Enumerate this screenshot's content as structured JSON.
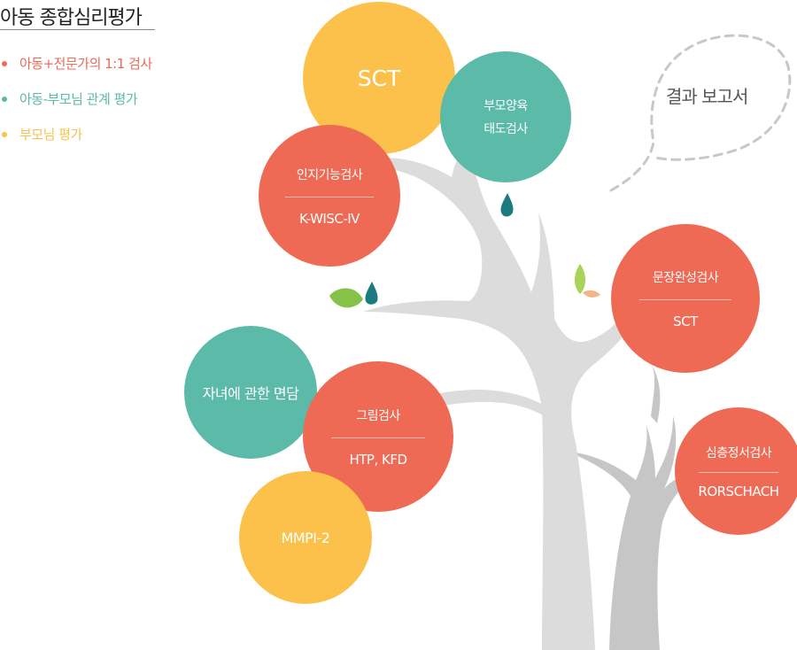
{
  "title": "아동 종합심리평가",
  "legend": [
    {
      "label": "아동+전문가의 1:1 검사",
      "color": "#ef6a55"
    },
    {
      "label": "아동-부모님 관계 평가",
      "color": "#5bbaa8"
    },
    {
      "label": "부모님 평가",
      "color": "#fbc14a"
    }
  ],
  "speech": "결과 보고서",
  "bubbles": {
    "sct_top": "SCT",
    "parenting": {
      "line1": "부모양육",
      "line2": "태도검사"
    },
    "cognitive": {
      "title": "인지기능검사",
      "sub": "K-WISC-IV"
    },
    "sentence": {
      "title": "문장완성검사",
      "sub": "SCT"
    },
    "interview": "자녀에 관한 면담",
    "drawing": {
      "title": "그림검사",
      "sub": "HTP, KFD"
    },
    "deep": {
      "title": "심층정서검사",
      "sub": "RORSCHACH"
    },
    "mmpi": "MMPI-2"
  },
  "colors": {
    "red": "#ef6a55",
    "teal": "#5bbaa8",
    "yellow": "#fbc14a",
    "trunk": "#dcdcdc",
    "trunk_dark": "#c6c6c6"
  }
}
